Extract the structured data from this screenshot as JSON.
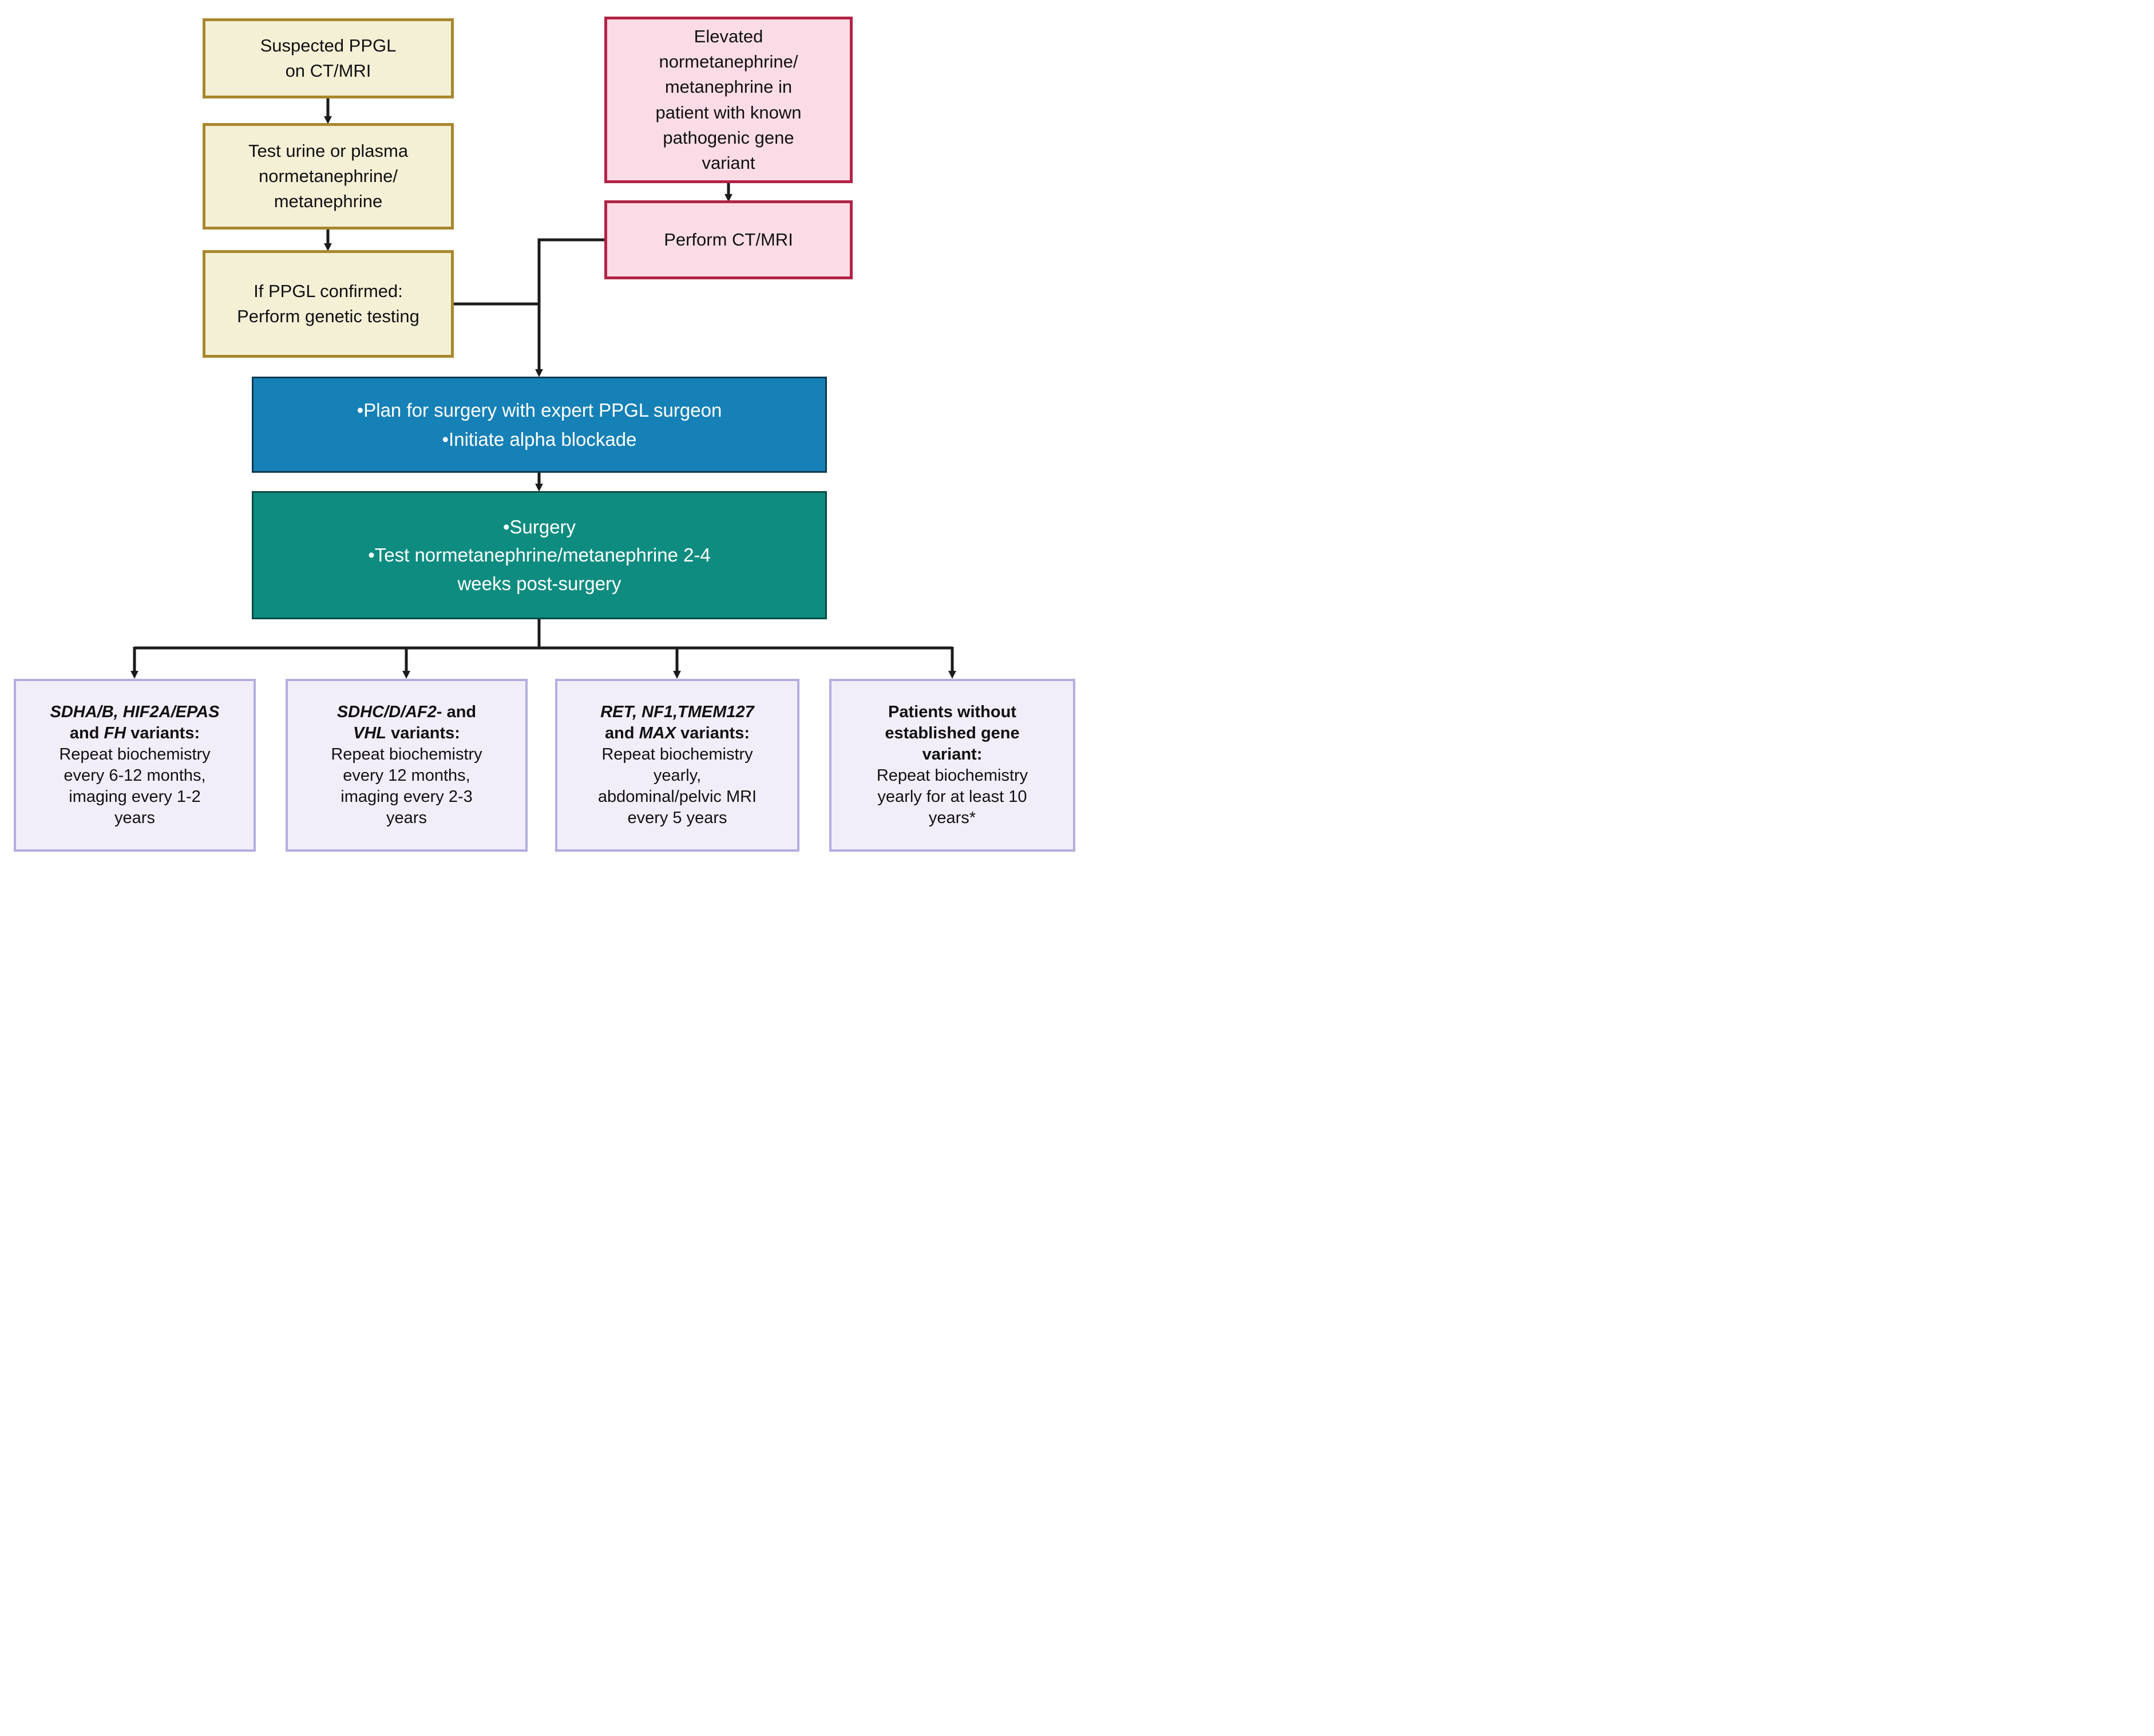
{
  "colors": {
    "line": "#1b1b1b",
    "yellow_fill": "#f4f0d6",
    "yellow_border": "#a8872d",
    "pink_fill": "#fbdce6",
    "pink_border": "#b22346",
    "blue_fill": "#1681b6",
    "blue_border": "#0d3a4f",
    "teal_fill": "#0f8c80",
    "teal_border": "#0a4b45",
    "lavender_fill": "#f2eef9",
    "lavender_border": "#b3addf"
  },
  "flowchart": {
    "suspected_box": "Suspected PPGL\non CT/MRI",
    "test_box": "Test urine or plasma\nnormetanephrine/\nmetanephrine",
    "confirmed_box": "If PPGL confirmed:\nPerform genetic testing",
    "elevated_box": "Elevated\nnormetanephrine/\nmetanephrine in\npatient with known\npathogenic gene\nvariant",
    "ct_box": "Perform CT/MRI",
    "plan_box": "•Plan for surgery with expert PPGL surgeon\n•Initiate alpha blockade",
    "surgery_box": "•Surgery\n•Test normetanephrine/metanephrine 2-4\nweeks post-surgery",
    "followup_boxes": [
      {
        "heading": [
          {
            "text": "SDHA/B, HIF2A/EPAS",
            "italic": true
          },
          {
            "text": "\nand ",
            "italic": false
          },
          {
            "text": "FH",
            "italic": true
          },
          {
            "text": " variants:",
            "italic": false
          }
        ],
        "body": "Repeat biochemistry\nevery 6-12 months,\nimaging every 1-2\nyears"
      },
      {
        "heading": [
          {
            "text": "SDHC/D/AF2-",
            "italic": true
          },
          {
            "text": " and\n",
            "italic": false
          },
          {
            "text": "VHL",
            "italic": true
          },
          {
            "text": " variants:",
            "italic": false
          }
        ],
        "body": "Repeat biochemistry\nevery 12 months,\nimaging every 2-3\nyears"
      },
      {
        "heading": [
          {
            "text": "RET, NF1,TMEM127",
            "italic": true
          },
          {
            "text": "\nand ",
            "italic": false
          },
          {
            "text": "MAX",
            "italic": true
          },
          {
            "text": " variants:",
            "italic": false
          }
        ],
        "body": "Repeat biochemistry\nyearly,\nabdominal/pelvic MRI\nevery 5 years"
      },
      {
        "heading": [
          {
            "text": "Patients without\nestablished gene\nvariant:",
            "italic": false
          }
        ],
        "body": "Repeat biochemistry\nyearly for at least 10\nyears*"
      }
    ]
  }
}
